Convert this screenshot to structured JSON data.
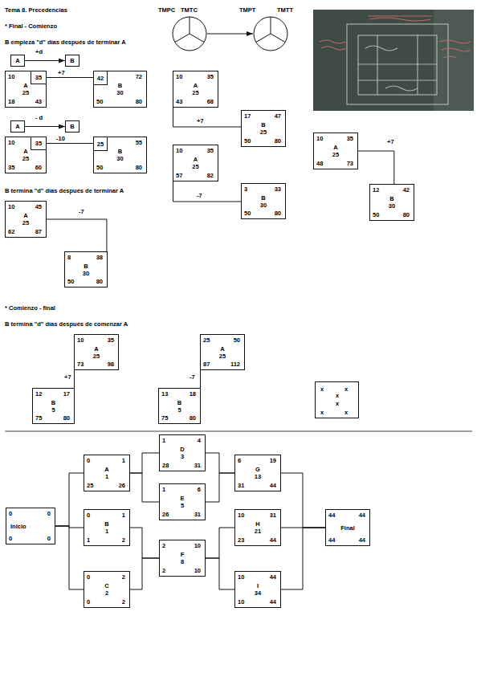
{
  "diagram": {
    "title": "Tema 8. Precedencias",
    "nodes": [
      {
        "text": [
          "TMPC",
          "TMTC"
        ]
      },
      {
        "text": [
          "TMPT",
          "TMTT"
        ]
      },
      {
        "text": [
          "A"
        ]
      },
      {
        "text": [
          "B"
        ]
      },
      {
        "text": [
          "10",
          "A",
          "25",
          "18",
          "43"
        ]
      },
      {
        "text": [
          "35"
        ],
        "in": 4
      },
      {
        "text": [
          "72",
          "B",
          "30",
          "50",
          "80"
        ]
      },
      {
        "text": [
          "42"
        ],
        "in": 6
      },
      {
        "text": [
          "A"
        ]
      },
      {
        "text": [
          "B"
        ]
      },
      {
        "text": [
          "10",
          "A",
          "25",
          "35",
          "60"
        ]
      },
      {
        "text": [
          "35"
        ],
        "in": 10
      },
      {
        "text": [
          "55",
          "B",
          "30",
          "50",
          "80"
        ]
      },
      {
        "text": [
          "25"
        ],
        "in": 12
      },
      {
        "text": [
          "10",
          "45",
          "A",
          "25",
          "62",
          "87"
        ]
      },
      {
        "text": [
          "8",
          "38",
          "B",
          "30",
          "50",
          "80"
        ]
      },
      {
        "text": [
          "10",
          "35",
          "A",
          "25",
          "43",
          "68"
        ]
      },
      {
        "text": [
          "17",
          "47",
          "B",
          "25",
          "50",
          "80"
        ]
      },
      {
        "text": [
          "10",
          "35",
          "A",
          "25",
          "57",
          "82"
        ]
      },
      {
        "text": [
          "3",
          "33",
          "B",
          "30",
          "50",
          "80"
        ]
      },
      {
        "text": [
          "10",
          "35",
          "A",
          "25",
          "48",
          "73"
        ]
      },
      {
        "text": [
          "12",
          "42",
          "B",
          "30",
          "50",
          "80"
        ]
      },
      {
        "text": [
          "10",
          "35",
          "A",
          "25",
          "73",
          "98"
        ]
      },
      {
        "text": [
          "12",
          "17",
          "B",
          "5",
          "75",
          "80"
        ]
      },
      {
        "text": [
          "25",
          "50",
          "A",
          "25",
          "87",
          "112"
        ]
      },
      {
        "text": [
          "13",
          "18",
          "B",
          "5",
          "75",
          "80"
        ]
      },
      {
        "text": [
          "x",
          "x",
          "x",
          "x",
          "x",
          "x"
        ]
      },
      {
        "text": [
          "0",
          "0",
          "Inicio",
          "0",
          "0"
        ]
      },
      {
        "text": [
          "0",
          "1",
          "A",
          "1",
          "25",
          "26"
        ]
      },
      {
        "text": [
          "0",
          "1",
          "B",
          "1",
          "1",
          "2"
        ]
      },
      {
        "text": [
          "0",
          "2",
          "C",
          "2",
          "0",
          "2"
        ]
      },
      {
        "text": [
          "1",
          "4",
          "D",
          "3",
          "28",
          "31"
        ]
      },
      {
        "text": [
          "1",
          "6",
          "E",
          "5",
          "26",
          "31"
        ]
      },
      {
        "text": [
          "2",
          "10",
          "F",
          "8",
          "2",
          "10"
        ]
      },
      {
        "text": [
          "6",
          "19",
          "G",
          "13",
          "31",
          "44"
        ]
      },
      {
        "text": [
          "10",
          "31",
          "H",
          "21",
          "23",
          "44"
        ]
      },
      {
        "text": [
          "10",
          "44",
          "I",
          "34",
          "10",
          "44"
        ]
      },
      {
        "text": [
          "44",
          "44",
          "Final",
          "44",
          "44"
        ]
      }
    ],
    "edges": [
      {
        "from": 0,
        "to": 1,
        "arrow": "to"
      },
      {
        "from": 2,
        "to": 3,
        "label": "+d",
        "arrow": "to"
      },
      {
        "from": 5,
        "to": 7,
        "label": "+7",
        "arrow": "none"
      },
      {
        "from": 8,
        "to": 9,
        "label": "- d",
        "arrow": "to"
      },
      {
        "from": 11,
        "to": 13,
        "label": "-10",
        "arrow": "none"
      },
      {
        "from": 14,
        "to": 15,
        "label": "-7",
        "arrow": "none"
      },
      {
        "from": 16,
        "to": 17,
        "label": "+7",
        "arrow": "none"
      },
      {
        "from": 18,
        "to": 19,
        "label": "-7",
        "arrow": "none"
      },
      {
        "from": 20,
        "to": 21,
        "label": "+7",
        "arrow": "none"
      },
      {
        "from": 22,
        "to": 23,
        "label": "+7",
        "arrow": "none"
      },
      {
        "from": 24,
        "to": 25,
        "label": "-7",
        "arrow": "none"
      },
      {
        "from": 27,
        "to": 28,
        "arrow": "none"
      },
      {
        "from": 27,
        "to": 29,
        "arrow": "none"
      },
      {
        "from": 27,
        "to": 30,
        "arrow": "none"
      },
      {
        "from": 28,
        "to": 31,
        "arrow": "none"
      },
      {
        "from": 28,
        "to": 32,
        "arrow": "none"
      },
      {
        "from": 29,
        "to": 33,
        "arrow": "none"
      },
      {
        "from": 30,
        "to": 33,
        "arrow": "none"
      },
      {
        "from": 31,
        "to": 34,
        "arrow": "none"
      },
      {
        "from": 32,
        "to": 34,
        "arrow": "none"
      },
      {
        "from": 33,
        "to": 35,
        "arrow": "none"
      },
      {
        "from": 33,
        "to": 36,
        "arrow": "none"
      },
      {
        "from": 34,
        "to": 37,
        "arrow": "none"
      },
      {
        "from": 35,
        "to": 37,
        "arrow": "none"
      },
      {
        "from": 36,
        "to": 37,
        "arrow": "none"
      }
    ],
    "labels": [
      "* Final - Comienzo",
      "B empieza \"d\" días después de terminar A",
      "B termina \"d\" días después de terminar A",
      "* Comienzo - final",
      "B termina \"d\" días después de comenzar A"
    ]
  }
}
